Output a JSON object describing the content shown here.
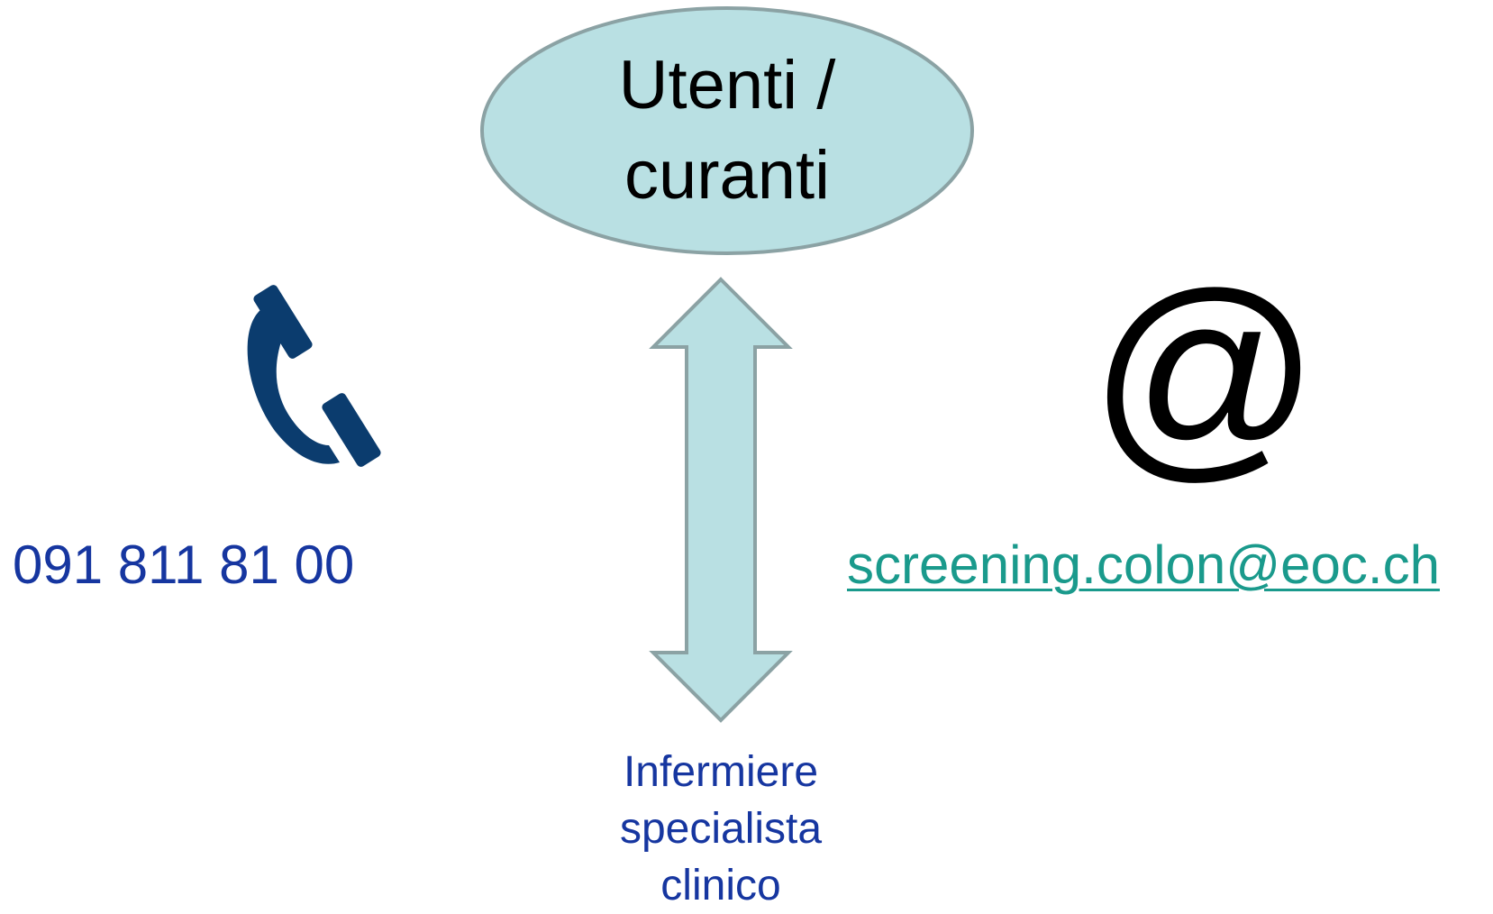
{
  "colors": {
    "ellipse_fill": "#b9e0e3",
    "ellipse_stroke": "#8ba2a4",
    "arrow_fill": "#b9e0e3",
    "arrow_stroke": "#8ba2a4",
    "phone_icon": "#0b3c6e",
    "blue_text": "#1636a0",
    "email_link": "#1a9a8c",
    "at_icon": "#000000"
  },
  "ellipse": {
    "line1": "Utenti /",
    "line2": "curanti"
  },
  "arrow": {
    "icon": "double-headed-vertical-arrow"
  },
  "phone": {
    "icon": "phone-icon",
    "number": "091 811 81 00"
  },
  "email": {
    "icon": "at-sign-icon",
    "symbol": "@",
    "address": "screening.colon@eoc.ch"
  },
  "role": {
    "line1": "Infermiere",
    "line2": "specialista",
    "line3": "clinico"
  }
}
